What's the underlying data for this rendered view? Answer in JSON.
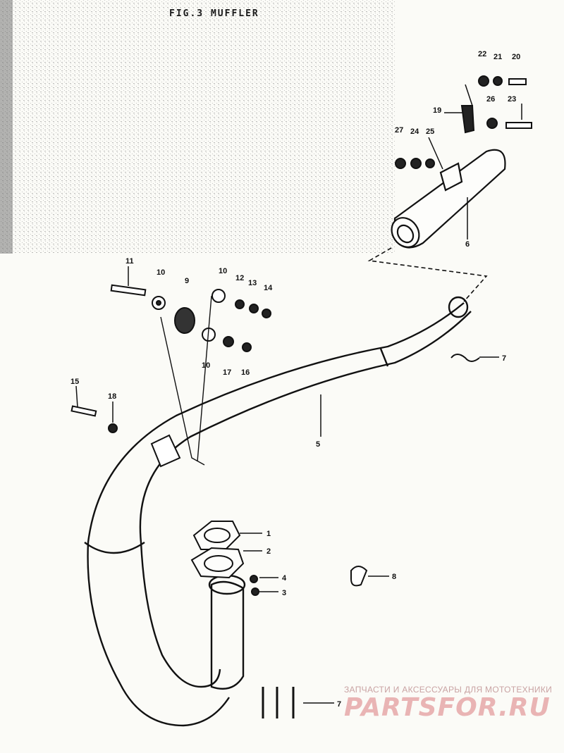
{
  "diagram": {
    "title": "FIG.3 MUFFLER",
    "callouts": [
      {
        "id": "c1",
        "label": "1"
      },
      {
        "id": "c2",
        "label": "2"
      },
      {
        "id": "c3",
        "label": "3"
      },
      {
        "id": "c4",
        "label": "4"
      },
      {
        "id": "c5",
        "label": "5"
      },
      {
        "id": "c6",
        "label": "6"
      },
      {
        "id": "c7a",
        "label": "7"
      },
      {
        "id": "c7b",
        "label": "7"
      },
      {
        "id": "c8",
        "label": "8"
      },
      {
        "id": "c9",
        "label": "9"
      },
      {
        "id": "c10a",
        "label": "10"
      },
      {
        "id": "c10b",
        "label": "10"
      },
      {
        "id": "c10c",
        "label": "10"
      },
      {
        "id": "c11",
        "label": "11"
      },
      {
        "id": "c12",
        "label": "12"
      },
      {
        "id": "c13",
        "label": "13"
      },
      {
        "id": "c14",
        "label": "14"
      },
      {
        "id": "c15",
        "label": "15"
      },
      {
        "id": "c16",
        "label": "16"
      },
      {
        "id": "c17",
        "label": "17"
      },
      {
        "id": "c18",
        "label": "18"
      },
      {
        "id": "c19",
        "label": "19"
      },
      {
        "id": "c20",
        "label": "20"
      },
      {
        "id": "c21",
        "label": "21"
      },
      {
        "id": "c22",
        "label": "22"
      },
      {
        "id": "c23",
        "label": "23"
      },
      {
        "id": "c24",
        "label": "24"
      },
      {
        "id": "c25",
        "label": "25"
      },
      {
        "id": "c26",
        "label": "26"
      },
      {
        "id": "c27",
        "label": "27"
      }
    ]
  },
  "watermark": {
    "subtitle": "ЗАПЧАСТИ И АКСЕССУАРЫ ДЛЯ МОТОТЕХНИКИ",
    "brand": "PARTSFOR.RU",
    "color": "#e9b4b4"
  }
}
